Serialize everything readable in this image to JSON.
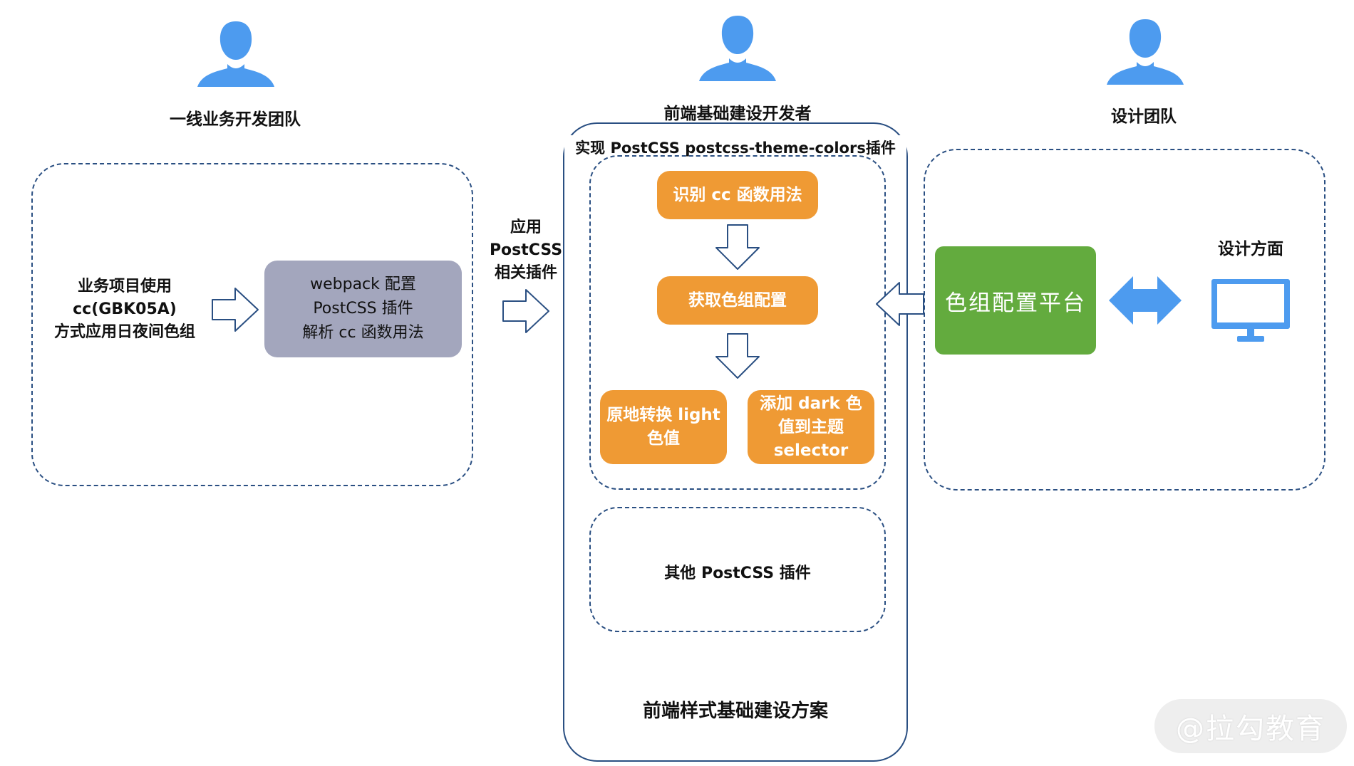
{
  "roles": {
    "left": "一线业务开发团队",
    "middle": "前端基础建设开发者",
    "right": "设计团队"
  },
  "left_panel": {
    "description": "业务项目使用\ncc(GBK05A)\n方式应用日夜间色组",
    "gray_box": "webpack 配置\nPostCSS 插件\n解析 cc 函数用法"
  },
  "apply_label": "应用\nPostCSS\n相关插件",
  "middle_panel": {
    "title": "实现 PostCSS postcss-theme-colors插件",
    "step1": "识别 cc 函数用法",
    "step2": "获取色组配置",
    "step3a": "原地转换 light\n色值",
    "step3b": "添加 dark 色\n值到主题\nselector",
    "other_plugins": "其他 PostCSS 插件",
    "footer": "前端样式基础建设方案"
  },
  "right_panel": {
    "platform": "色组配置平台",
    "design_label": "设计方面"
  },
  "watermark": "@拉勾教育",
  "colors": {
    "person": "#4d9bef",
    "dashed_border": "#2a4f82",
    "orange": "#ef9a34",
    "green": "#63ab3e",
    "gray_box": "#a3a6bd",
    "arrow_blue": "#4d9bef"
  }
}
